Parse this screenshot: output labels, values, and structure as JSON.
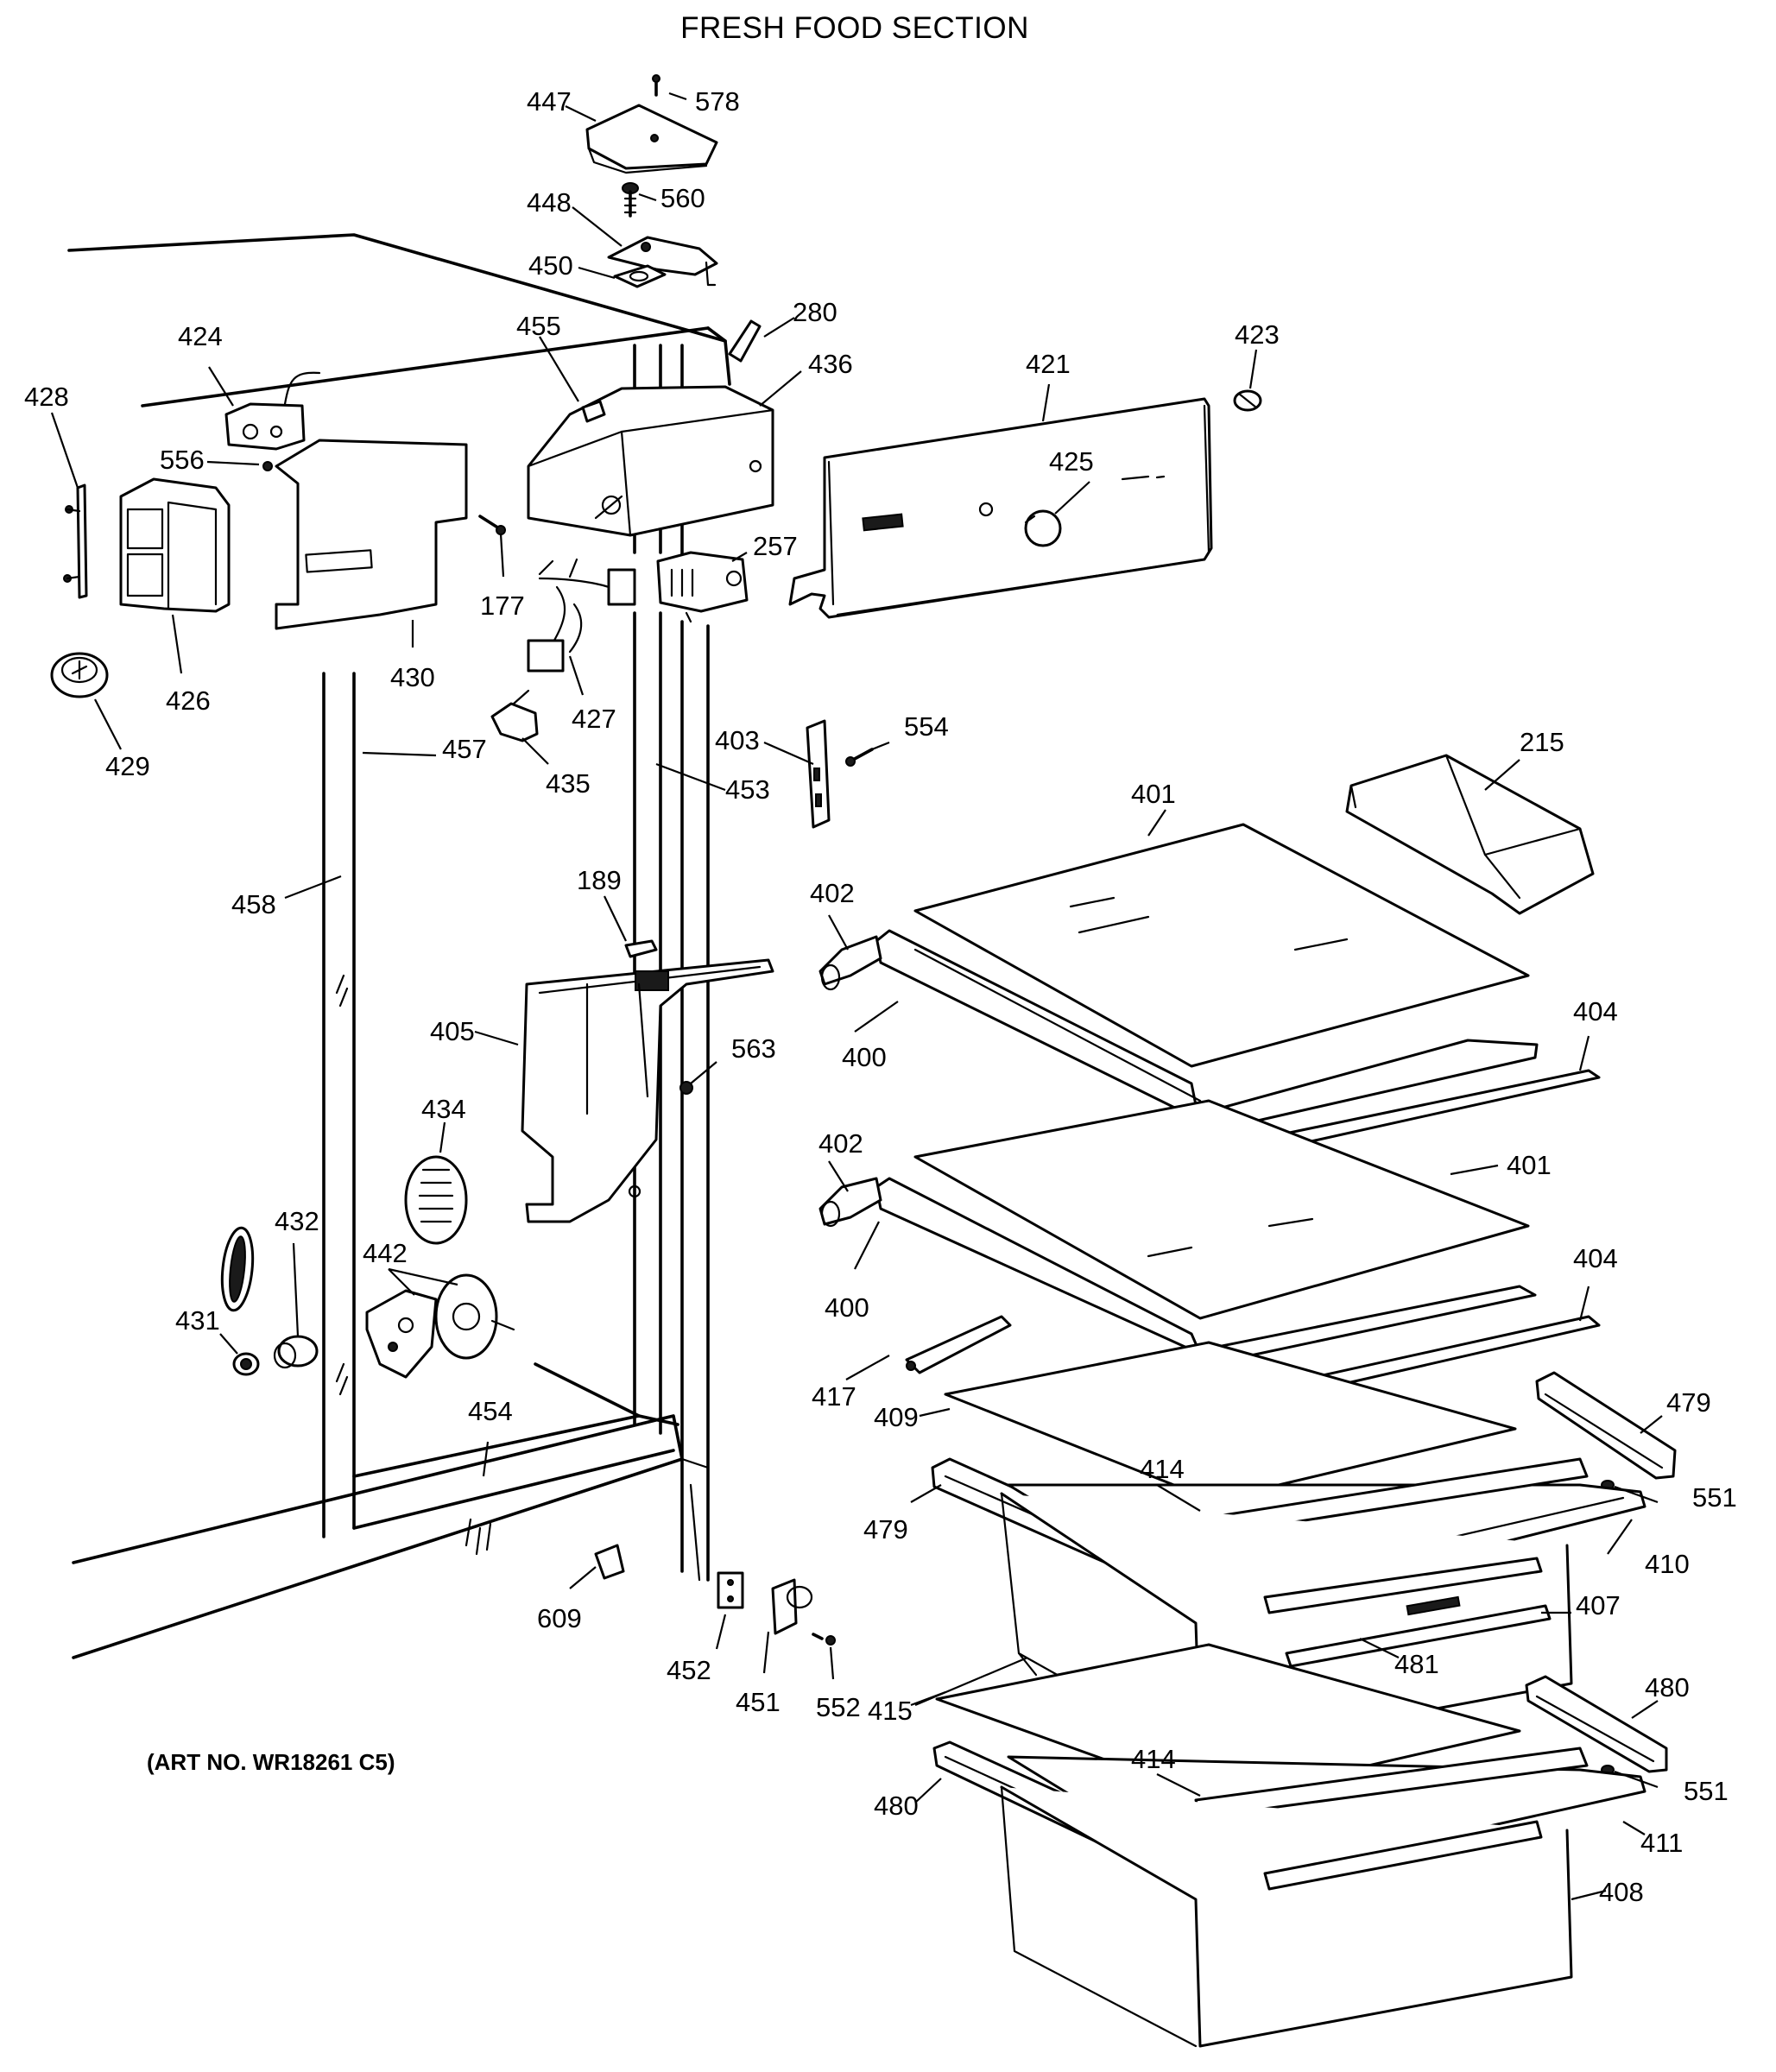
{
  "title": "FRESH FOOD SECTION",
  "art_number": "(ART NO. WR18261 C5)",
  "callouts": {
    "c578": "578",
    "c447": "447",
    "c560": "560",
    "c448": "448",
    "c450": "450",
    "c280": "280",
    "c455": "455",
    "c436": "436",
    "c424": "424",
    "c421": "421",
    "c423": "423",
    "c428": "428",
    "c556": "556",
    "c425": "425",
    "c257": "257",
    "c177": "177",
    "c427": "427",
    "c430": "430",
    "c426": "426",
    "c429": "429",
    "c457": "457",
    "c435": "435",
    "c403": "403",
    "c554": "554",
    "c453": "453",
    "c215": "215",
    "c401a": "401",
    "c458": "458",
    "c189": "189",
    "c402a": "402",
    "c405": "405",
    "c400a": "400",
    "c563": "563",
    "c404a": "404",
    "c434": "434",
    "c401b": "401",
    "c402b": "402",
    "c432": "432",
    "c442": "442",
    "c404b": "404",
    "c400b": "400",
    "c431": "431",
    "c417": "417",
    "c479a": "479",
    "c454": "454",
    "c409": "409",
    "c414a": "414",
    "c551a": "551",
    "c479b": "479",
    "c410": "410",
    "c407": "407",
    "c609": "609",
    "c481": "481",
    "c452": "452",
    "c451": "451",
    "c552": "552",
    "c415": "415",
    "c480a": "480",
    "c414b": "414",
    "c551b": "551",
    "c480b": "480",
    "c411": "411",
    "c408": "408"
  }
}
